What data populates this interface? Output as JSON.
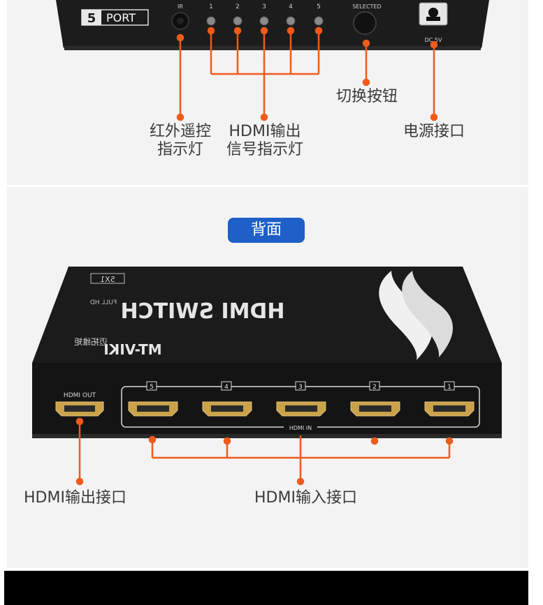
{
  "top": {
    "brand_badge_number": "5",
    "brand_badge_text": "PORT",
    "ir_tag": "IR",
    "led_numbers": [
      "1",
      "2",
      "3",
      "4",
      "5"
    ],
    "selected_tag": "SELECTED",
    "dc_tag": "DC 5V",
    "labels": {
      "ir_line1": "红外遥控",
      "ir_line2": "指示灯",
      "hdmi_out_line1": "HDMI输出",
      "hdmi_out_line2": "信号指示灯",
      "switch_button": "切换按钮",
      "power_port": "电源接口"
    }
  },
  "back": {
    "title": "背面",
    "device": {
      "model": "5X1",
      "name": "HDMI SWITCH",
      "sub": "FULL HD",
      "brand": "MT-VIKI",
      "brand_cn": "迈拓维矩"
    },
    "hdmi_out_tag": "HDMI OUT",
    "hdmi_in_tag": "HDMI IN",
    "port_numbers": [
      "5",
      "4",
      "3",
      "2",
      "1"
    ],
    "labels": {
      "hdmi_output_port": "HDMI输出接口",
      "hdmi_input_port": "HDMI输入接口"
    }
  },
  "colors": {
    "accent_orange": "#f05a1a",
    "pill_blue": "#1e5fc8",
    "device_black": "#1a1a1a",
    "gold_port": "#c9a24a"
  }
}
